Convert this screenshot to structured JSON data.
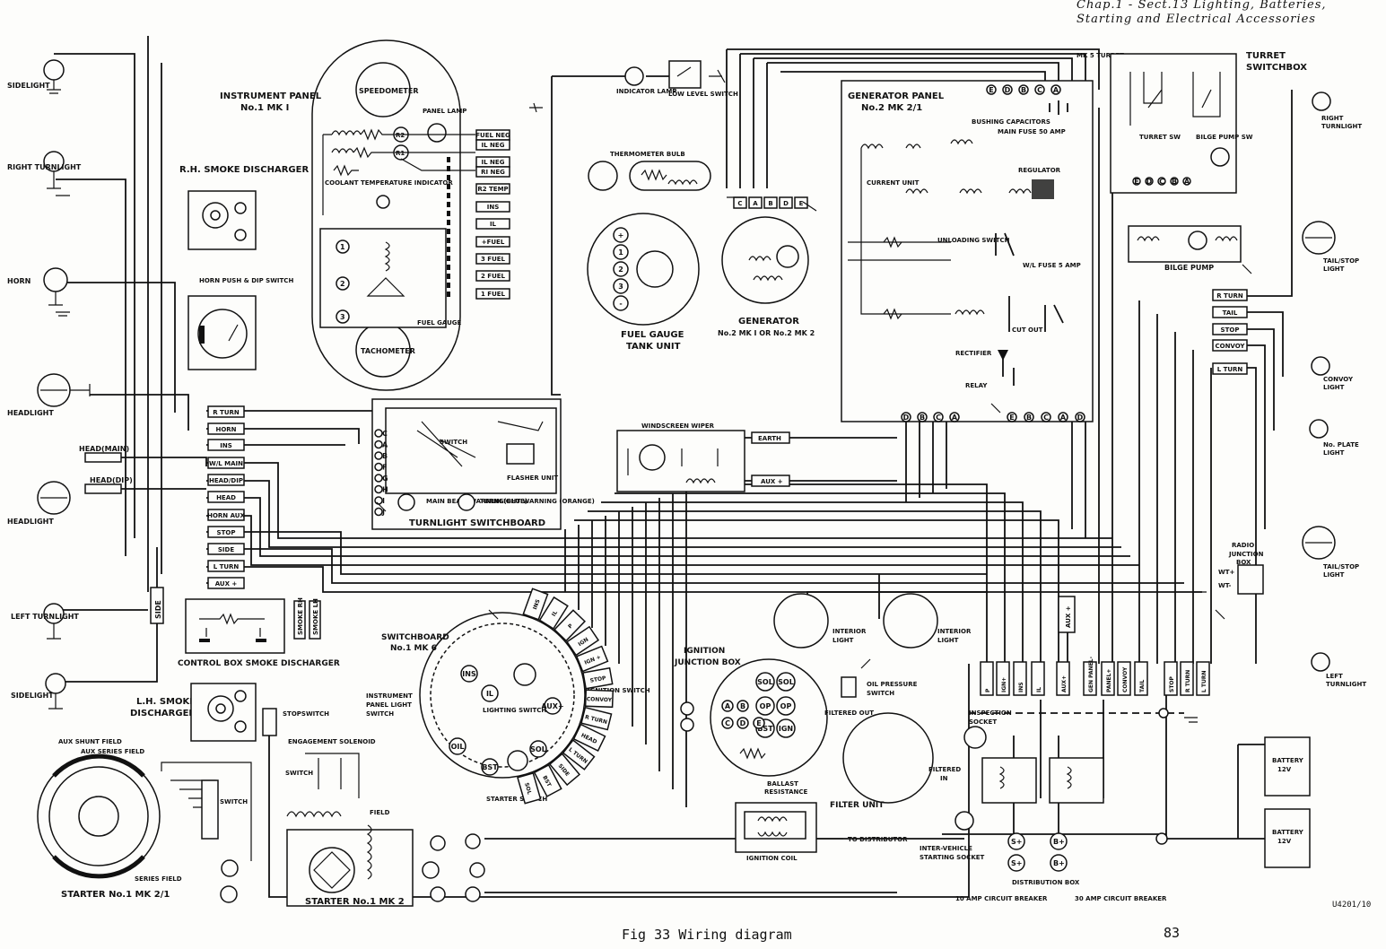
{
  "header": {
    "line1": "Chap.1 - Sect.13  Lighting, Batteries,",
    "line2": "Starting and Electrical Accessories"
  },
  "footer": {
    "caption": "Fig 33  Wiring diagram",
    "page_number": "83",
    "drawing_ref": "U4201/10"
  },
  "left_side": {
    "sidelight_top": "SIDELIGHT",
    "right_turnlight": "RIGHT TURNLIGHT",
    "horn": "HORN",
    "headlight_1": "HEADLIGHT",
    "head_main": "HEAD(MAIN)",
    "head_dip": "HEAD(DIP)",
    "headlight_2": "HEADLIGHT",
    "left_turnlight": "LEFT TURNLIGHT",
    "sidelight_bottom": "SIDELIGHT",
    "side_vertical": "SIDE"
  },
  "instrument_panel": {
    "title": "INSTRUMENT PANEL",
    "subtitle": "No.1 MK I",
    "speedometer": "SPEEDOMETER",
    "tachometer": "TACHOMETER",
    "panel_lamp": "PANEL LAMP",
    "coolant": "COOLANT TEMPERATURE INDICATOR",
    "fuel_gauge": "FUEL GAUGE",
    "r2": "R2",
    "r1": "R1",
    "terminals": [
      "FUEL NEG",
      "IL NEG",
      "IL NEG",
      "RI NEG",
      "R2 TEMP",
      "INS",
      "IL",
      "+FUEL",
      "3 FUEL",
      "2 FUEL",
      "1 FUEL"
    ]
  },
  "rh_smoke": {
    "title": "R.H. SMOKE DISCHARGER"
  },
  "horn_push": {
    "title": "HORN PUSH & DIP SWITCH"
  },
  "harness_left": {
    "terminals": [
      "R TURN",
      "HORN",
      "INS",
      "W/L MAIN",
      "HEAD/DIP",
      "HEAD",
      "HORN AUX",
      "STOP",
      "SIDE",
      "L TURN",
      "AUX +"
    ]
  },
  "turnlight_switchboard": {
    "title": "TURNLIGHT SWITCHBOARD",
    "switch": "SWITCH",
    "flasher": "FLASHER UNIT",
    "main_beam": "MAIN BEAM WARNING(BLUE)",
    "turnlight_warning": "TURNLIGHT WARNING (ORANGE)",
    "terminals": [
      "C",
      "A",
      "B",
      "F",
      "G",
      "H",
      "I",
      "J"
    ]
  },
  "indicator": {
    "indicator_lamp": "INDICATOR LAMP",
    "low_level": "LOW LEVEL SWITCH",
    "thermometer": "THERMOMETER BULB",
    "fuel_tank": "FUEL GAUGE TANK UNIT"
  },
  "generator": {
    "title": "GENERATOR",
    "subtitle": "No.2 MK I OR No.2 MK 2",
    "terminals": [
      "C",
      "A",
      "B",
      "D",
      "E"
    ]
  },
  "generator_panel": {
    "title": "GENERATOR PANEL",
    "subtitle": "No.2 MK 2/1",
    "bushing": "BUSHING CAPACITORS",
    "main_fuse": "MAIN FUSE 50 AMP",
    "regulator": "REGULATOR",
    "current_unit": "CURRENT UNIT",
    "unloading": "UNLOADING SWITCH",
    "wl_fuse": "W/L FUSE 5 AMP",
    "cut_out": "CUT OUT",
    "rectifier": "RECTIFIER",
    "relay": "RELAY",
    "mk5_turret": "MK 5 TURRET",
    "top_terminals": [
      "E",
      "D",
      "B",
      "C",
      "A"
    ],
    "bottom_terminals": [
      "D",
      "B",
      "C",
      "A",
      "E",
      "B",
      "C",
      "A",
      "D"
    ]
  },
  "turret_switchbox": {
    "title": "TURRET SWITCHBOX",
    "turret_sw": "TURRET SW",
    "bilge_sw": "BILGE PUMP SW",
    "bilge_pump": "BILGE PUMP",
    "terminals": [
      "E",
      "D",
      "C",
      "B",
      "A"
    ]
  },
  "right_side": {
    "right_turnlight": "RIGHT TURNLIGHT",
    "tail_stop_1": "TAIL/STOP LIGHT",
    "convoy": "CONVOY LIGHT",
    "no_plate": "No. PLATE LIGHT",
    "tail_stop_2": "TAIL/STOP LIGHT",
    "left_turnlight": "LEFT TURNLIGHT",
    "radio_box": "RADIO JUNCTION BOX",
    "wt_plus": "WT+",
    "wt_minus": "WT-",
    "harness_terminals": [
      "R TURN",
      "TAIL",
      "STOP",
      "CONVOY",
      "L TURN"
    ]
  },
  "windscreen": {
    "title": "WINDSCREEN WIPER",
    "earth": "EARTH",
    "aux": "AUX +"
  },
  "switchboard": {
    "title": "SWITCHBOARD",
    "subtitle": "No.1 MK 6",
    "panel_light": "INSTRUMENT PANEL LIGHT SWITCH",
    "lighting": "LIGHTING SWITCH",
    "ignition": "IGNITION SWITCH",
    "starter": "STARTER SWITCH",
    "terminals": [
      "INS",
      "IL",
      "P",
      "IGN",
      "IGN +",
      "STOP",
      "CONVOY",
      "R TURN",
      "HEAD",
      "L TURN",
      "SIDE",
      "BST",
      "SOL"
    ],
    "inner": [
      "INS",
      "IL",
      "OIL",
      "BST",
      "SOL",
      "AUX+"
    ]
  },
  "control_box": {
    "title": "CONTROL BOX SMOKE DISCHARGER",
    "smoke_rh": "SMOKE RH",
    "smoke_lh": "SMOKE LH"
  },
  "lh_smoke": {
    "title": "L.H. SMOKE DISCHARGER",
    "stopswitch": "STOPSWITCH"
  },
  "starter_left": {
    "title": "STARTER No.1 MK 2/1",
    "aux_shunt": "AUX SHUNT FIELD",
    "aux_series": "AUX SERIES FIELD",
    "series": "SERIES FIELD",
    "switch": "SWITCH"
  },
  "starter_mid": {
    "title": "STARTER No.1 MK 2",
    "engagement": "ENGAGEMENT SOLENOID",
    "switch": "SWITCH",
    "field": "FIELD"
  },
  "ignition_box": {
    "title": "IGNITION JUNCTION BOX",
    "terminals": [
      "SOL",
      "SOL",
      "OP",
      "OP",
      "BST",
      "IGN"
    ],
    "ballast": "BALLAST RESISTANCE",
    "oil": "OIL PRESSURE SWITCH",
    "filtered_out": "FILTERED OUT",
    "filtered_in": "FILTERED IN",
    "filter_unit": "FILTER UNIT",
    "coil": "IGNITION COIL",
    "to_dist": "TO DISTRIBUTOR",
    "interior_1": "INTERIOR LIGHT",
    "interior_2": "INTERIOR LIGHT"
  },
  "distribution": {
    "inspection": "INSPECTION SOCKET",
    "intervehicle": "INTER-VEHICLE STARTING SOCKET",
    "dist_box": "DISTRIBUTION BOX",
    "breaker10": "10 AMP CIRCUIT BREAKER",
    "breaker30": "30 AMP CIRCUIT BREAKER",
    "battery1": "BATTERY 12V",
    "battery2": "BATTERY 12V",
    "fuses": [
      "P",
      "IGN+",
      "INS",
      "IL",
      "AUX+",
      "GEN PANEL-",
      "PANEL+",
      "CONVOY",
      "TAIL",
      "STOP",
      "R TURN",
      "L TURN"
    ],
    "aux_vertical": "AUX +"
  }
}
